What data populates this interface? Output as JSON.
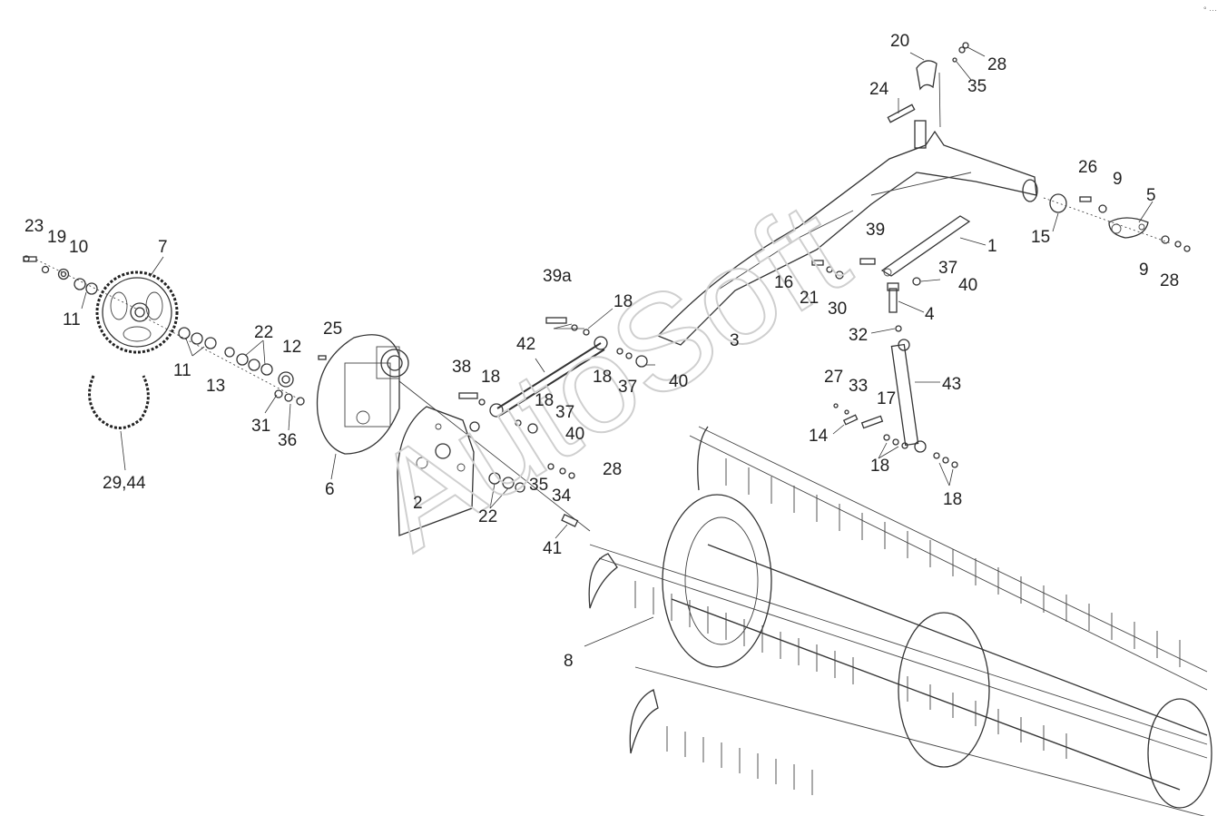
{
  "watermark": "AutoSoft",
  "corner_mark": "° ···",
  "callouts": [
    {
      "id": "c23",
      "label": "23"
    },
    {
      "id": "c19",
      "label": "19"
    },
    {
      "id": "c10",
      "label": "10"
    },
    {
      "id": "c7",
      "label": "7"
    },
    {
      "id": "c11a",
      "label": "11"
    },
    {
      "id": "c11b",
      "label": "11"
    },
    {
      "id": "c22a",
      "label": "22"
    },
    {
      "id": "c12",
      "label": "12"
    },
    {
      "id": "c13",
      "label": "13"
    },
    {
      "id": "c31",
      "label": "31"
    },
    {
      "id": "c36",
      "label": "36"
    },
    {
      "id": "c25",
      "label": "25"
    },
    {
      "id": "c6",
      "label": "6"
    },
    {
      "id": "c2946",
      "label": "29,44"
    },
    {
      "id": "c2",
      "label": "2"
    },
    {
      "id": "c38",
      "label": "38"
    },
    {
      "id": "c18a",
      "label": "18"
    },
    {
      "id": "c39a",
      "label": "39a"
    },
    {
      "id": "c18b",
      "label": "18"
    },
    {
      "id": "c42",
      "label": "42"
    },
    {
      "id": "c18c",
      "label": "18"
    },
    {
      "id": "c37a",
      "label": "37"
    },
    {
      "id": "c40a",
      "label": "40"
    },
    {
      "id": "c18d",
      "label": "18"
    },
    {
      "id": "c37b",
      "label": "37"
    },
    {
      "id": "c40b",
      "label": "40"
    },
    {
      "id": "c28a",
      "label": "28"
    },
    {
      "id": "c35a",
      "label": "35"
    },
    {
      "id": "c34",
      "label": "34"
    },
    {
      "id": "c22b",
      "label": "22"
    },
    {
      "id": "c41",
      "label": "41"
    },
    {
      "id": "c3",
      "label": "3"
    },
    {
      "id": "c16",
      "label": "16"
    },
    {
      "id": "c21",
      "label": "21"
    },
    {
      "id": "c30",
      "label": "30"
    },
    {
      "id": "c39",
      "label": "39"
    },
    {
      "id": "c1",
      "label": "1"
    },
    {
      "id": "c37c",
      "label": "37"
    },
    {
      "id": "c40c",
      "label": "40"
    },
    {
      "id": "c4",
      "label": "4"
    },
    {
      "id": "c32",
      "label": "32"
    },
    {
      "id": "c43",
      "label": "43"
    },
    {
      "id": "c27",
      "label": "27"
    },
    {
      "id": "c33",
      "label": "33"
    },
    {
      "id": "c17",
      "label": "17"
    },
    {
      "id": "c14",
      "label": "14"
    },
    {
      "id": "c18e",
      "label": "18"
    },
    {
      "id": "c18f",
      "label": "18"
    },
    {
      "id": "c20",
      "label": "20"
    },
    {
      "id": "c24",
      "label": "24"
    },
    {
      "id": "c28b",
      "label": "28"
    },
    {
      "id": "c35b",
      "label": "35"
    },
    {
      "id": "c26",
      "label": "26"
    },
    {
      "id": "c9a",
      "label": "9"
    },
    {
      "id": "c5",
      "label": "5"
    },
    {
      "id": "c15",
      "label": "15"
    },
    {
      "id": "c9b",
      "label": "9"
    },
    {
      "id": "c28c",
      "label": "28"
    },
    {
      "id": "c8",
      "label": "8"
    }
  ]
}
